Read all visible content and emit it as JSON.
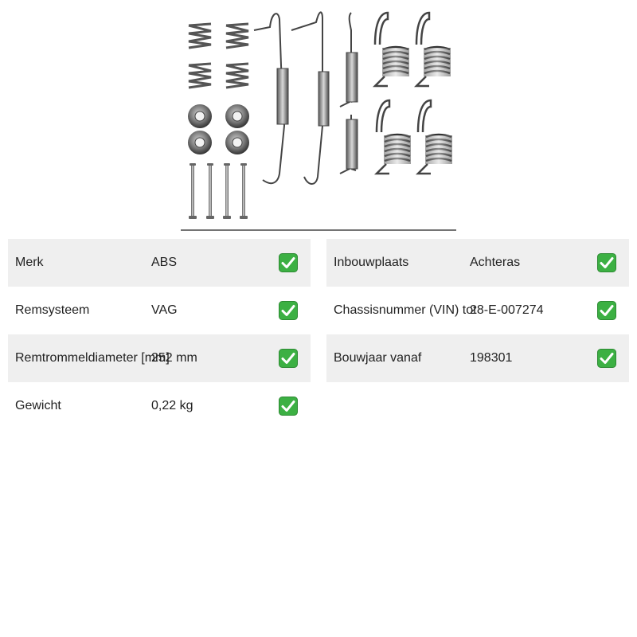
{
  "product": {
    "image_icon": "brake-shoe-accessory-kit-image",
    "accent_color": "#3cb043"
  },
  "specs_left": [
    {
      "label": "Merk",
      "value": "ABS"
    },
    {
      "label": "Remsysteem",
      "value": "VAG"
    },
    {
      "label": "Remtrommeldiameter [mm]",
      "value": "252 mm"
    },
    {
      "label": "Gewicht",
      "value": "0,22 kg"
    }
  ],
  "specs_right": [
    {
      "label": "Inbouwplaats",
      "value": "Achteras"
    },
    {
      "label": "Chassisnummer (VIN) tot",
      "value": "28-E-007274"
    },
    {
      "label": "Bouwjaar vanaf",
      "value": "198301"
    }
  ],
  "check_icon": "check-mark-icon"
}
